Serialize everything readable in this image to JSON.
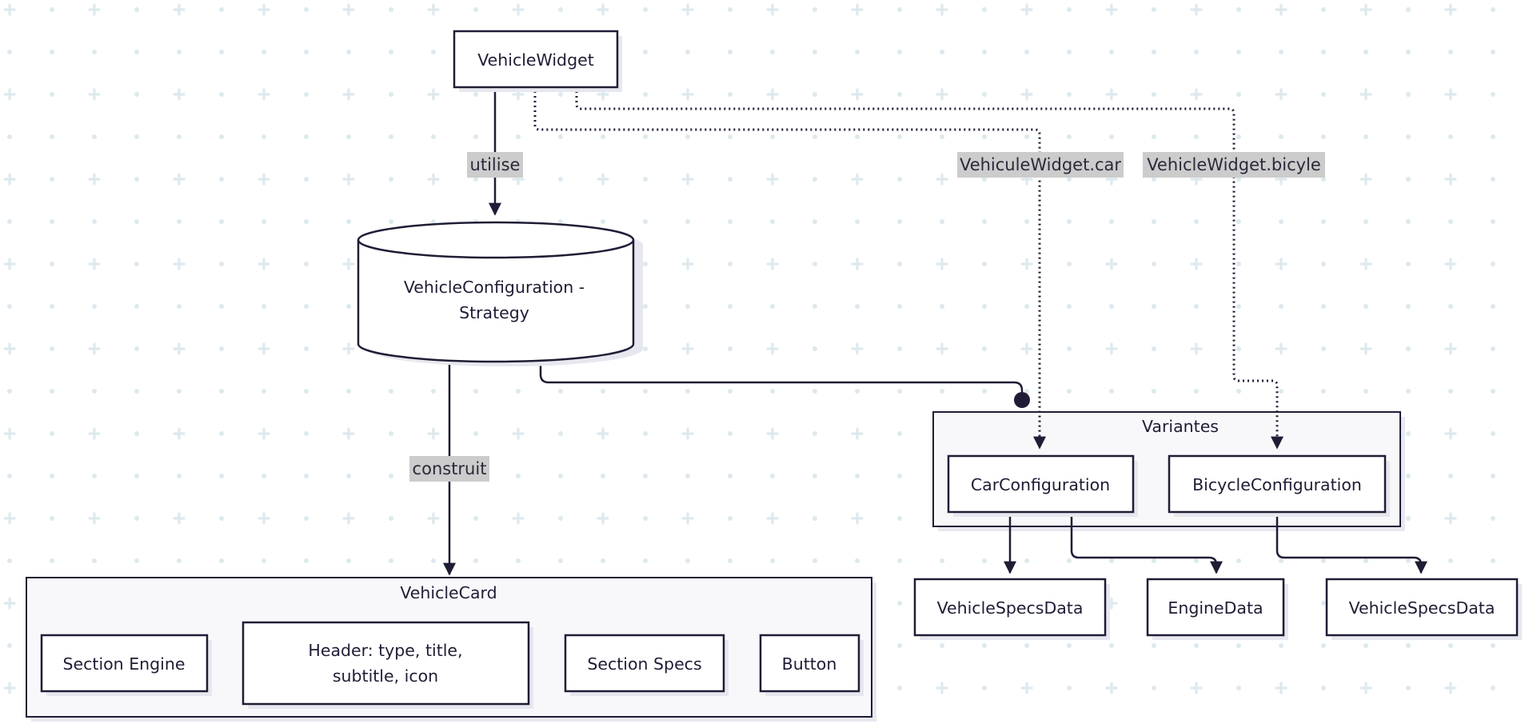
{
  "colors": {
    "background": "#ffffff",
    "pattern": "#dde9ee",
    "node_fill": "#ffffff",
    "node_stroke": "#1f1d35",
    "group_fill": "#f8f8fb",
    "shadow": "#e7e8ef",
    "edge_label_bg": "#cccccc"
  },
  "nodes": {
    "vehicle_widget": "VehicleWidget",
    "vehicle_configuration": [
      "VehicleConfiguration -",
      "Strategy"
    ],
    "car_configuration": "CarConfiguration",
    "bicycle_configuration": "BicycleConfiguration",
    "vehicle_specs_data_car": "VehicleSpecsData",
    "engine_data": "EngineData",
    "vehicle_specs_data_bicycle": "VehicleSpecsData",
    "section_engine": "Section Engine",
    "header": [
      "Header: type, title,",
      "subtitle, icon"
    ],
    "section_specs": "Section Specs",
    "button": "Button"
  },
  "groups": {
    "variantes": "Variantes",
    "vehicle_card": "VehicleCard"
  },
  "edge_labels": {
    "utilise": "utilise",
    "car": "VehiculeWidget.car",
    "bicycle": "VehicleWidget.bicyle",
    "construit": "construit"
  }
}
